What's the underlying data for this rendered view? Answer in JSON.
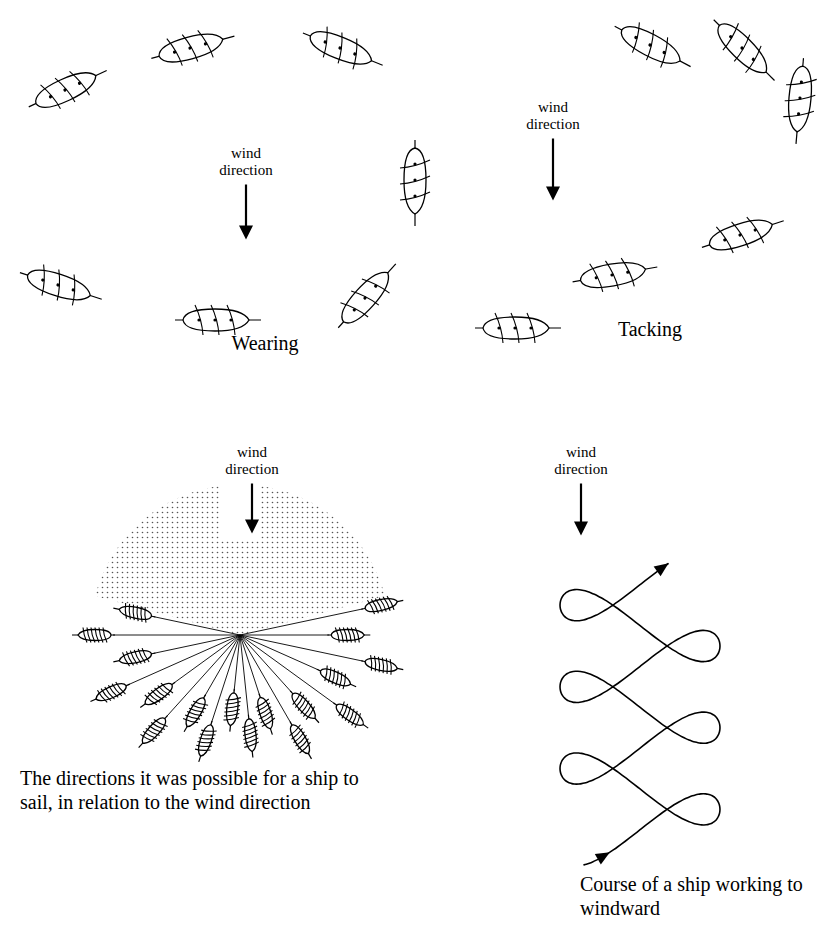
{
  "diagram": {
    "labels": [
      "wind direction",
      "wind direction",
      "Wearing",
      "Tacking",
      "wind direction",
      "wind direction",
      "The directions it was possible for a ship to sail, in relation to the wind direction",
      "Course of a ship working to windward"
    ]
  }
}
